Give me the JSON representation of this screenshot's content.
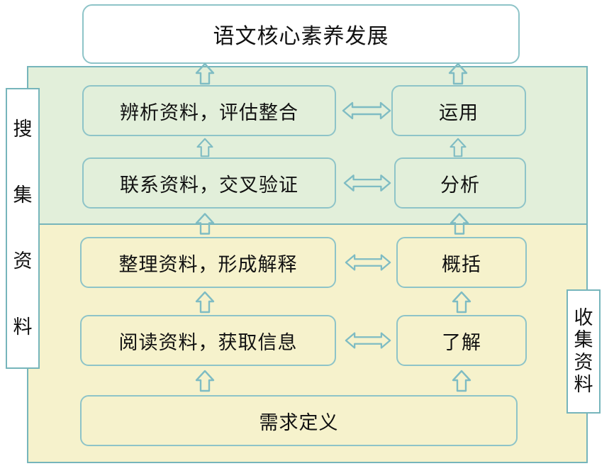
{
  "diagram": {
    "title_box": {
      "label": "语文核心素养发展"
    },
    "regions": {
      "upper": {
        "name": "upper-green-region",
        "color": "#e2efda"
      },
      "lower": {
        "name": "lower-yellow-region",
        "color": "#f6f2cc"
      }
    },
    "side_labels": {
      "left": {
        "chars": [
          "搜",
          "集",
          "资",
          "料"
        ],
        "text": "搜集资料"
      },
      "right": {
        "chars": [
          "收",
          "集",
          "资",
          "料"
        ],
        "text": "收集资料"
      }
    },
    "left_column": [
      {
        "label": "辨析资料，评估整合",
        "region": "upper"
      },
      {
        "label": "联系资料，交叉验证",
        "region": "upper"
      },
      {
        "label": "整理资料，形成解释",
        "region": "lower"
      },
      {
        "label": "阅读资料，获取信息",
        "region": "lower"
      }
    ],
    "right_column": [
      {
        "label": "运用",
        "region": "upper"
      },
      {
        "label": "分析",
        "region": "upper"
      },
      {
        "label": "概括",
        "region": "lower"
      },
      {
        "label": "了解",
        "region": "lower"
      }
    ],
    "bottom_box": {
      "label": "需求定义"
    },
    "colors": {
      "border": "#76b5bb",
      "node_border": "#8ec4c8",
      "arrow": "#7fbcc3",
      "upper_fill": "#e2efda",
      "lower_fill": "#f6f2cc",
      "text": "#111111"
    },
    "arrows": {
      "up": "arrow-up-icon",
      "bidirectional": "arrow-left-right-icon"
    }
  }
}
